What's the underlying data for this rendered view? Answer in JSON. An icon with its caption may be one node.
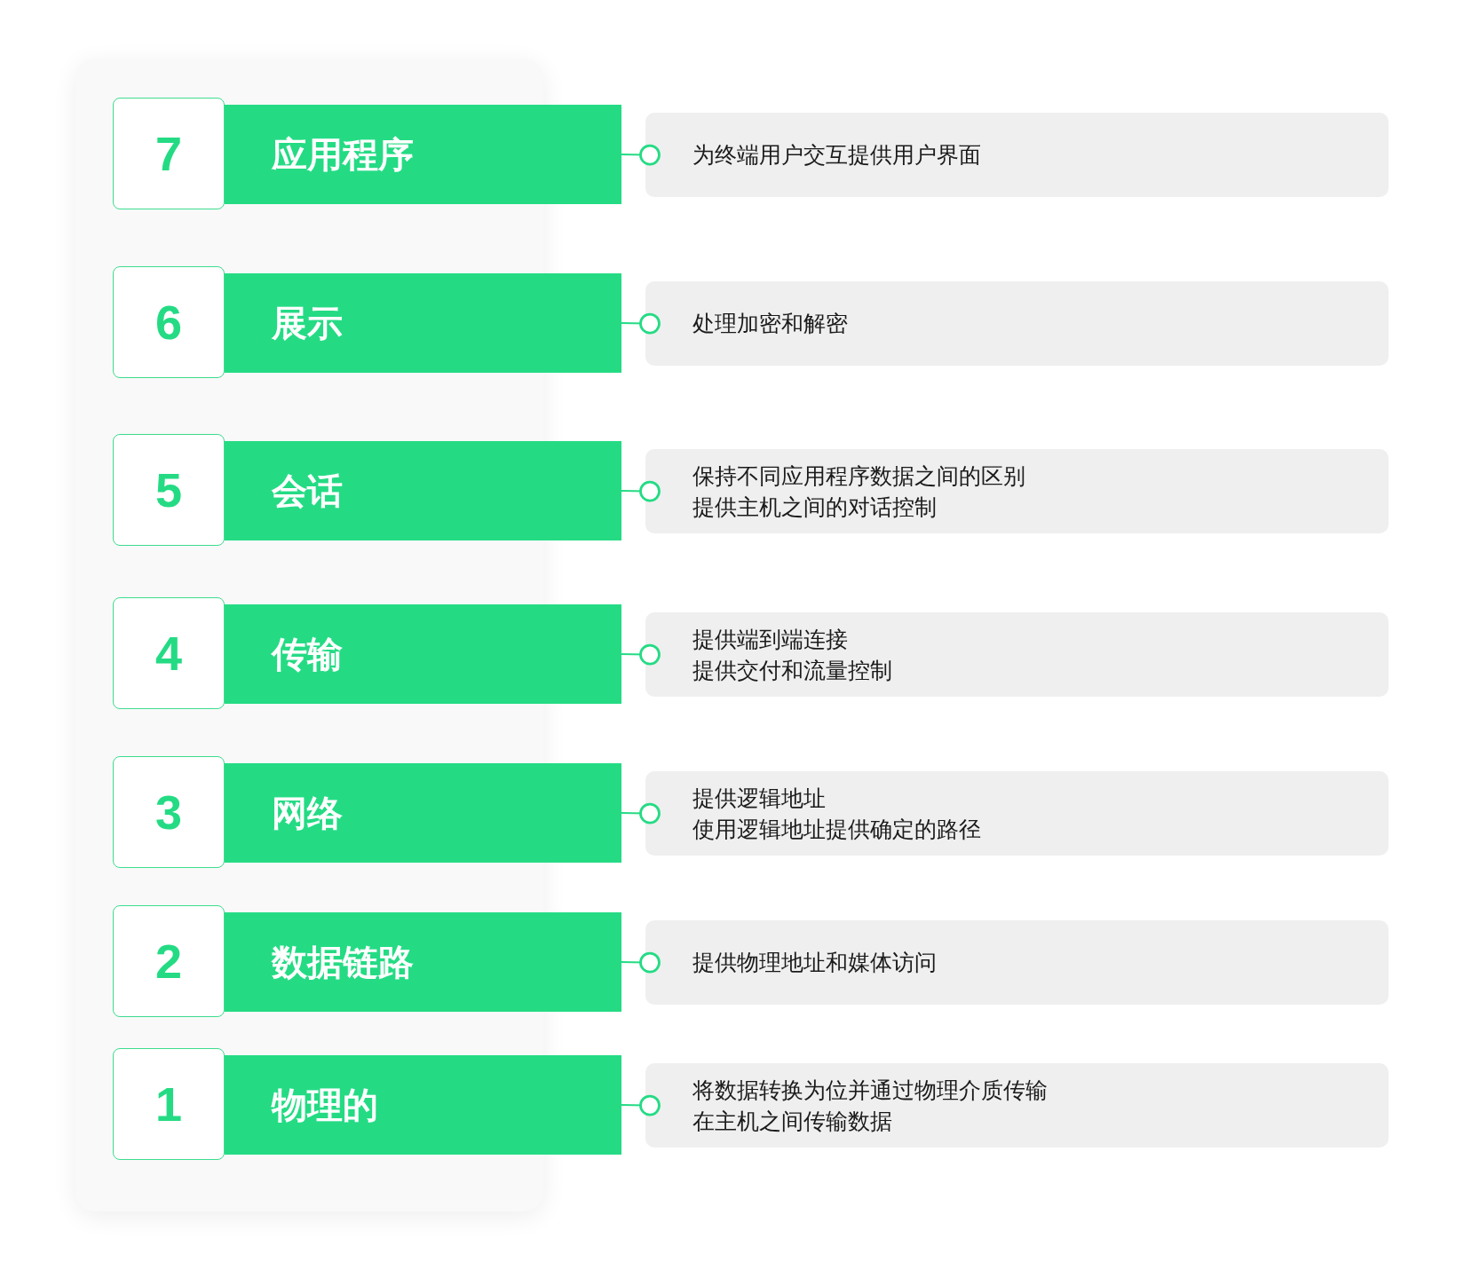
{
  "diagram": {
    "nodes": [
      {
        "text": [
          "7"
        ]
      },
      {
        "text": [
          "应用程序"
        ]
      },
      {
        "text": [
          "为终端用户交互提供用户界面"
        ]
      },
      {
        "text": [
          "6"
        ]
      },
      {
        "text": [
          "展示"
        ]
      },
      {
        "text": [
          "处理加密和解密"
        ]
      },
      {
        "text": [
          "5"
        ]
      },
      {
        "text": [
          "会话"
        ]
      },
      {
        "text": [
          "保持不同应用程序数据之间的区别",
          "提供主机之间的对话控制"
        ]
      },
      {
        "text": [
          "4"
        ]
      },
      {
        "text": [
          "传输"
        ]
      },
      {
        "text": [
          "提供端到端连接",
          "提供交付和流量控制"
        ]
      },
      {
        "text": [
          "3"
        ]
      },
      {
        "text": [
          "网络"
        ]
      },
      {
        "text": [
          "提供逻辑地址",
          "使用逻辑地址提供确定的路径"
        ]
      },
      {
        "text": [
          "2"
        ]
      },
      {
        "text": [
          "数据链路"
        ]
      },
      {
        "text": [
          "提供物理地址和媒体访问"
        ]
      },
      {
        "text": [
          "1"
        ]
      },
      {
        "text": [
          "物理的"
        ]
      },
      {
        "text": [
          "将数据转换为位并通过物理介质传输",
          "在主机之间传输数据"
        ]
      }
    ],
    "edges": [
      {
        "from": 1,
        "to": 2,
        "arrow": "other"
      },
      {
        "from": 4,
        "to": 5,
        "arrow": "other"
      },
      {
        "from": 7,
        "to": 8,
        "arrow": "other"
      },
      {
        "from": 10,
        "to": 11,
        "arrow": "other"
      },
      {
        "from": 13,
        "to": 14,
        "arrow": "other"
      },
      {
        "from": 16,
        "to": 17,
        "arrow": "other"
      },
      {
        "from": 19,
        "to": 20,
        "arrow": "other"
      }
    ]
  }
}
